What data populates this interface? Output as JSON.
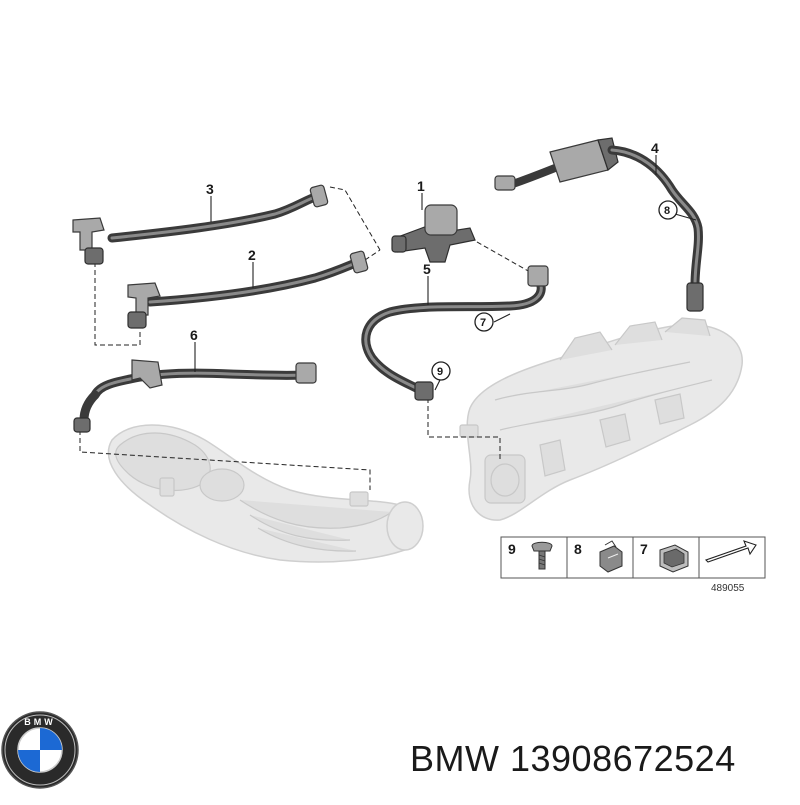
{
  "callouts": [
    "1",
    "2",
    "3",
    "4",
    "5",
    "6"
  ],
  "circled_callouts": [
    "7",
    "8",
    "9"
  ],
  "legend": {
    "cells": [
      "9",
      "8",
      "7"
    ],
    "reference": "489055"
  },
  "brand": {
    "logo_letters": "BMW",
    "caption": "BMW 13908672524"
  },
  "colors": {
    "hose": "#3a3a3a",
    "ghost_part": "#e6e6e6",
    "logo_blue": "#1c69d4"
  }
}
